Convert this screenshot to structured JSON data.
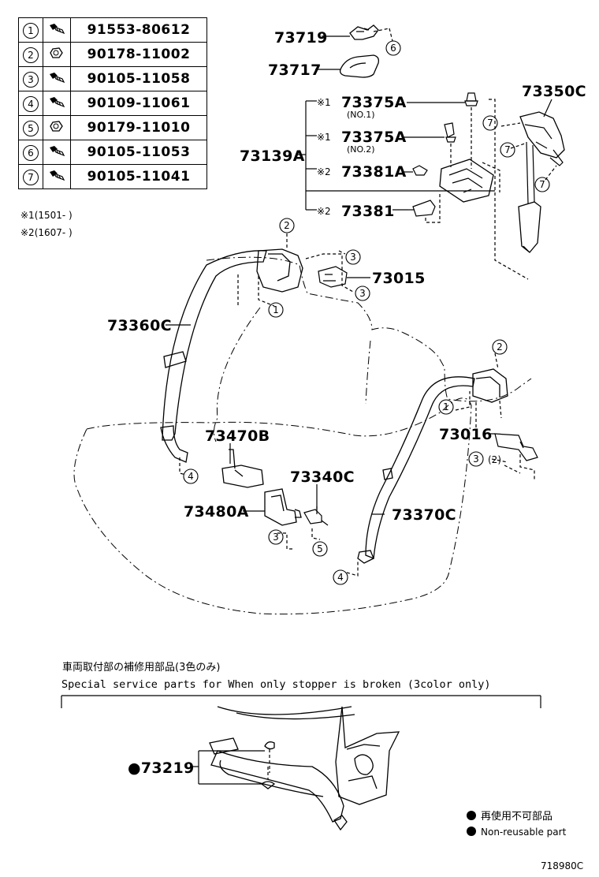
{
  "fastener_table": [
    {
      "ref": "1",
      "part": "91553-80612",
      "icon": "bolt-icon"
    },
    {
      "ref": "2",
      "part": "90178-11002",
      "icon": "nut-icon"
    },
    {
      "ref": "3",
      "part": "90105-11058",
      "icon": "bolt-icon"
    },
    {
      "ref": "4",
      "part": "90109-11061",
      "icon": "bolt-icon"
    },
    {
      "ref": "5",
      "part": "90179-11010",
      "icon": "nut-icon"
    },
    {
      "ref": "6",
      "part": "90105-11053",
      "icon": "bolt-icon"
    },
    {
      "ref": "7",
      "part": "90105-11041",
      "icon": "bolt-icon"
    }
  ],
  "notes": {
    "note1": "※1(1501-      )",
    "note2": "※2(1607-      )"
  },
  "labels": {
    "p73719": "73719",
    "p73717": "73717",
    "p73375a_1": "73375A",
    "p73375a_1_sub": "(NO.1)",
    "p73375a_2": "73375A",
    "p73375a_2_sub": "(NO.2)",
    "p73139a": "73139A",
    "p73381a": "73381A",
    "p73381": "73381",
    "p73350c": "73350C",
    "p73015": "73015",
    "p73360c": "73360C",
    "p73470b": "73470B",
    "p73340c": "73340C",
    "p73480a": "73480A",
    "p73016": "73016",
    "p73370c": "73370C",
    "mark1": "※1",
    "mark2": "※2",
    "qty2": "(2)"
  },
  "refs": {
    "r6": "6",
    "r7a": "7",
    "r7b": "7",
    "r7c": "7",
    "r2a": "2",
    "r3a": "3",
    "r3b": "3",
    "r1a": "1",
    "r2b": "2",
    "r1b": "1",
    "r3c": "3",
    "r4a": "4",
    "r3d": "3",
    "r5": "5",
    "r4b": "4"
  },
  "special": {
    "title_jp": "車両取付部の補修用部品(3色のみ)",
    "title_en": "Special  service  parts  for  When  only  stopper  is  broken  (3color  only)",
    "part": "●73219"
  },
  "legend": {
    "jp": "再使用不可部品",
    "en": "Non-reusable part"
  },
  "diagram_id": "718980C"
}
